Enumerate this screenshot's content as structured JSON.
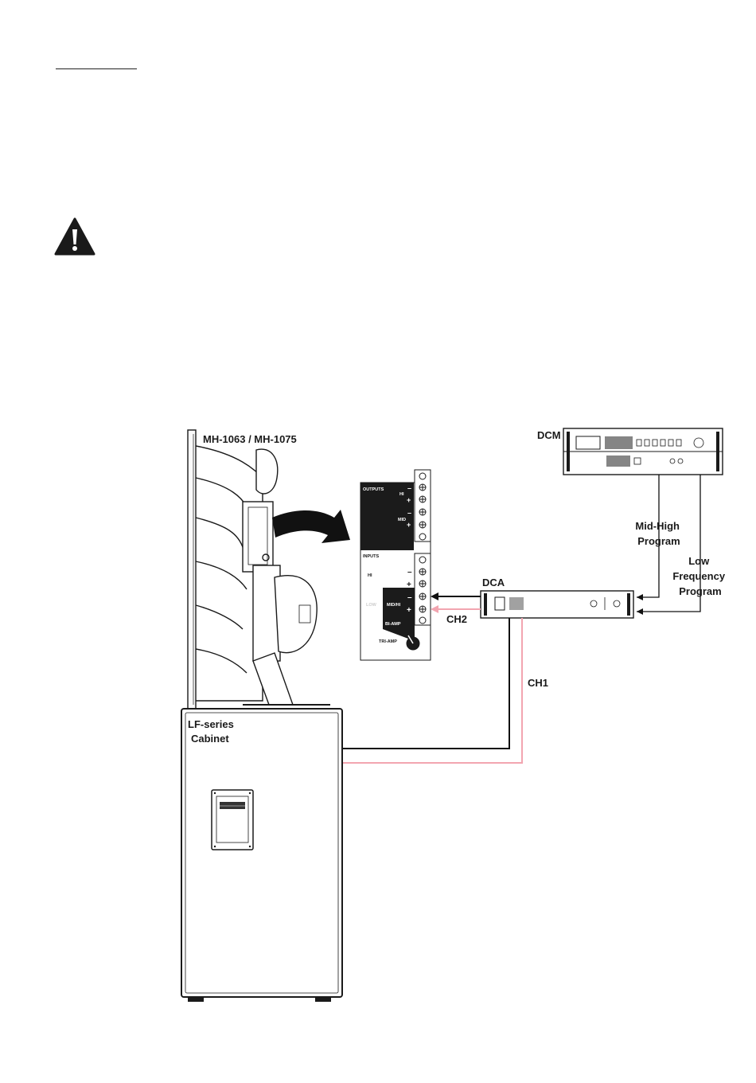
{
  "speaker_label": "MH-1063 / MH-1075",
  "dcm_label": "DCM",
  "dca_label": "DCA",
  "mid_high_program": [
    "Mid-High",
    "Program"
  ],
  "low_frequency_program": [
    "Low",
    "Frequency",
    "Program"
  ],
  "ch1_label": "CH1",
  "ch2_label": "CH2",
  "cabinet_label": [
    "LF-series",
    "Cabinet"
  ],
  "panel": {
    "outputs_label": "OUTPUTS",
    "inputs_label": "INPUTS",
    "hi_label": "HI",
    "mid_label": "MID",
    "midhi_label": "MID/HI",
    "low_label": "LOW",
    "biamp_label": "BI-AMP",
    "triamp_label": "TRI-AMP",
    "minus_sign": "–",
    "plus_sign": "+"
  },
  "colors": {
    "ch1_wire": "#f2a5b0",
    "ch2_wire": "#f2a5b0",
    "black_wire": "#111111",
    "panel_black": "#1b1b1b"
  }
}
